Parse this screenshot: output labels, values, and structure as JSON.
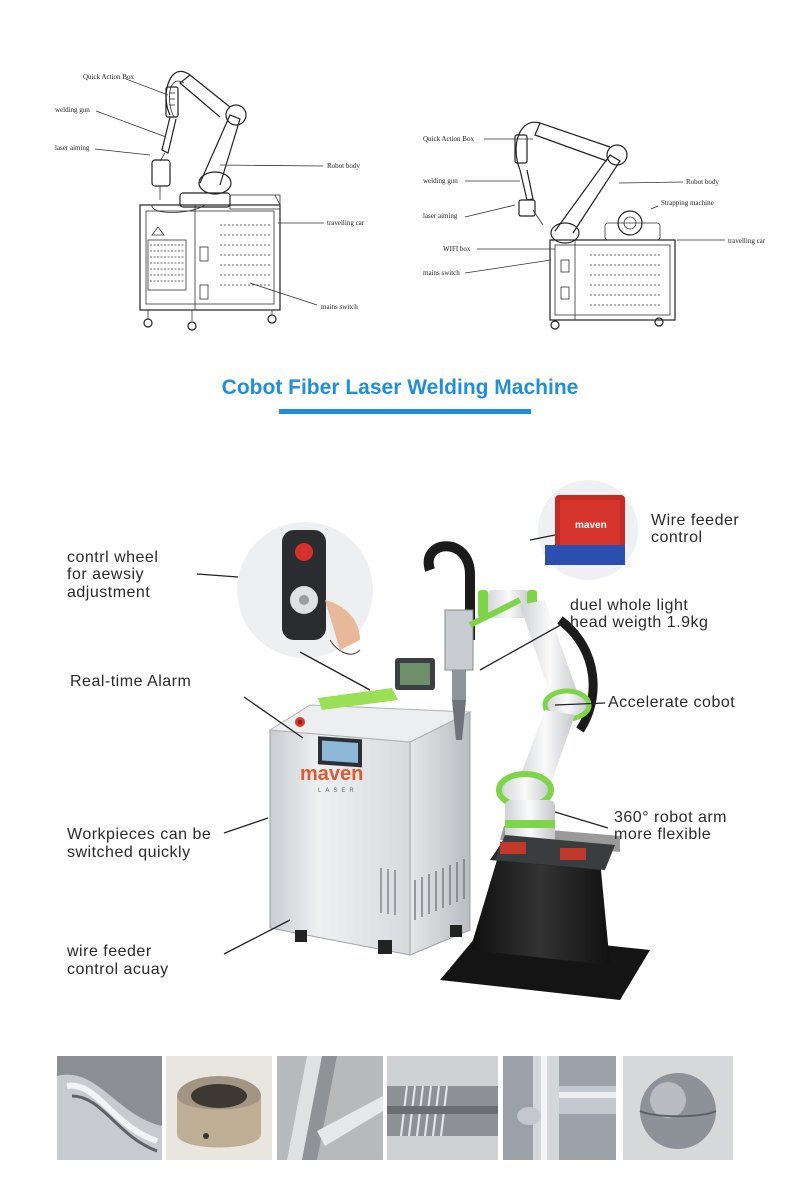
{
  "title": "Cobot Fiber Laser Welding Machine",
  "diagram_left": {
    "labels": {
      "quick_action_box": "Quick Action Box",
      "welding_gun": "welding gun",
      "laser_aiming": "laser aiming",
      "robot_body": "Robot body",
      "travelling_car": "travelling car",
      "mains_switch": "mains switch"
    }
  },
  "diagram_right": {
    "labels": {
      "quick_action_box": "Quick Action Box",
      "robot_body": "Robot body",
      "welding_gun": "welding gun",
      "strapping_machine": "Strapping machine",
      "laser_aiming": "laser aiming",
      "travelling_car": "travelling car",
      "wifi_box": "WIFI box",
      "mains_switch": "mains switch"
    }
  },
  "photo": {
    "brand_logo": "maven",
    "brand_sub": "LASER",
    "callouts": {
      "control_wheel_1": "contrl wheel",
      "control_wheel_2": "for aewsiy",
      "control_wheel_3": "adjustment",
      "alarm": "Real-time Alarm",
      "workpieces_1": "Workpieces can be",
      "workpieces_2": "switched quickly",
      "wire_feeder_accuracy_1": "wire feeder",
      "wire_feeder_accuracy_2": "control acuay",
      "wire_feeder_control_1": "Wire feeder",
      "wire_feeder_control_2": "control",
      "head_weight_1": "duel whole light",
      "head_weight_2": "head weigth 1.9kg",
      "cobot": "Accelerate cobot",
      "arm_1": "360° robot arm",
      "arm_2": "more flexible"
    }
  },
  "samples": [
    "stainless-curve",
    "brass-ring",
    "steel-frame",
    "threaded-pipe",
    "pipe-tee",
    "steel-sphere"
  ],
  "colors": {
    "accent": "#1f8fd8",
    "arm_green": "#7fd54a",
    "cabinet": "#dcdfe3"
  }
}
